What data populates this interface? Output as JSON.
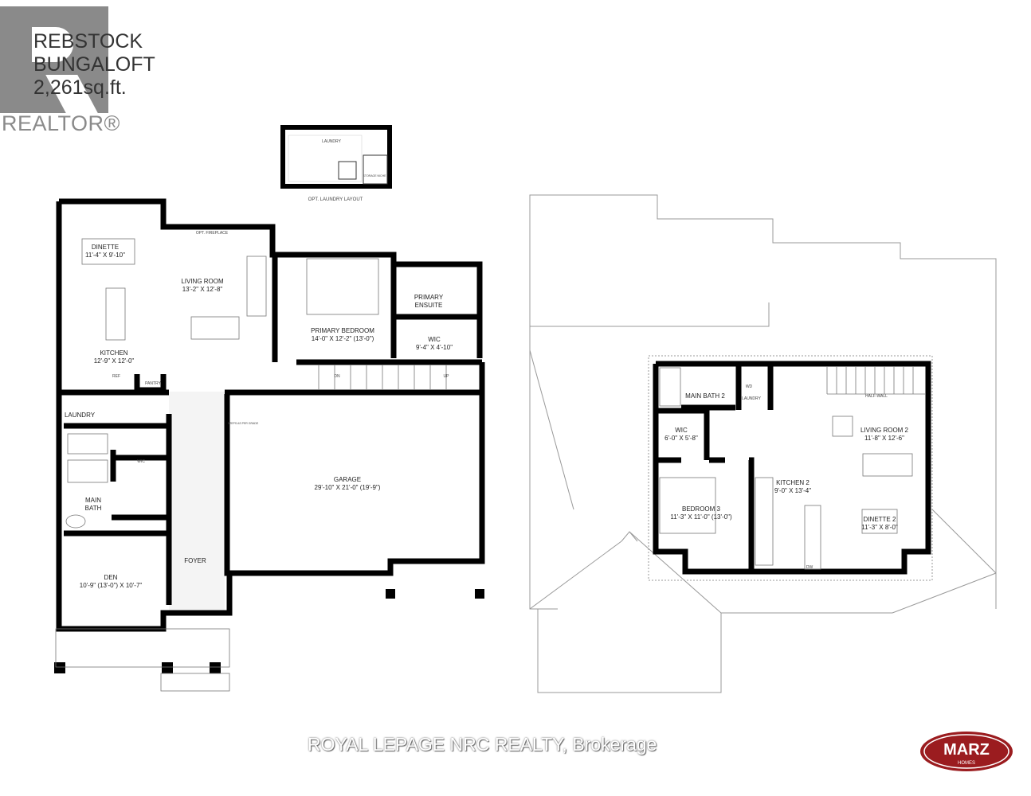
{
  "header": {
    "line1": "REBSTOCK",
    "line2": "BUNGALOFT",
    "area": "2,261sq.ft."
  },
  "realtor_logo": {
    "text": "REALTOR®"
  },
  "opt_laundry": {
    "caption": "OPT. LAUNDRY LAYOUT",
    "laundry": "LAUNDRY",
    "storage": "STORAGE NICHE"
  },
  "main_floor": {
    "dinette": {
      "name": "DINETTE",
      "dims": "11'-4\" X 9'-10\""
    },
    "living": {
      "name": "LIVING ROOM",
      "dims": "13'-2\" X 12'-8\""
    },
    "fireplace": "OPT. FIREPLACE",
    "kitchen": {
      "name": "KITCHEN",
      "dims": "12'-9\" X 12'-0\""
    },
    "pantry": "PANTRY",
    "ref": "REF",
    "primary_bedroom": {
      "name": "PRIMARY BEDROOM",
      "dims": "14'-0\" X 12'-2\" (13'-0\")"
    },
    "primary_ensuite": {
      "line1": "PRIMARY",
      "line2": "ENSUITE"
    },
    "wic": {
      "name": "WIC",
      "dims": "9'-4\" X 4'-10\""
    },
    "stairs_dn": "DN",
    "stairs_up": "UP",
    "laundry": "LAUNDRY",
    "wic2": "WIC",
    "main_bath": {
      "line1": "MAIN",
      "line2": "BATH"
    },
    "garage": {
      "name": "GARAGE",
      "dims": "29'-10\" X 21'-0\" (19'-9\")"
    },
    "steps": "STEPS AS PER GRADE",
    "foyer": "FOYER",
    "den": {
      "name": "DEN",
      "dims": "10'-9\" (13'-0\") X 10'-7\""
    }
  },
  "upper_floor": {
    "main_bath2": "MAIN BATH 2",
    "laundry": "LAUNDRY",
    "wd": "WD",
    "half_wall": "HALF-WALL",
    "living2": {
      "name": "LIVING ROOM 2",
      "dims": "11'-8\" X 12'-6\""
    },
    "wic": {
      "name": "WIC",
      "dims": "6'-0\" X 5'-8\""
    },
    "kitchen2": {
      "name": "KITCHEN 2",
      "dims": "9'-0\" X 13'-4\""
    },
    "bedroom3": {
      "name": "BEDROOM 3",
      "dims": "11'-3\" X 11'-0\" (13'-0\")"
    },
    "dinette2": {
      "name": "DINETTE 2",
      "dims": "11'-3\" X 8'-0\""
    },
    "dw": "DW"
  },
  "watermark": "ROYAL LEPAGE NRC REALTY, Brokerage",
  "brand": {
    "name": "MARZ",
    "sub": "HOMES",
    "color": "#9b1c1f"
  }
}
